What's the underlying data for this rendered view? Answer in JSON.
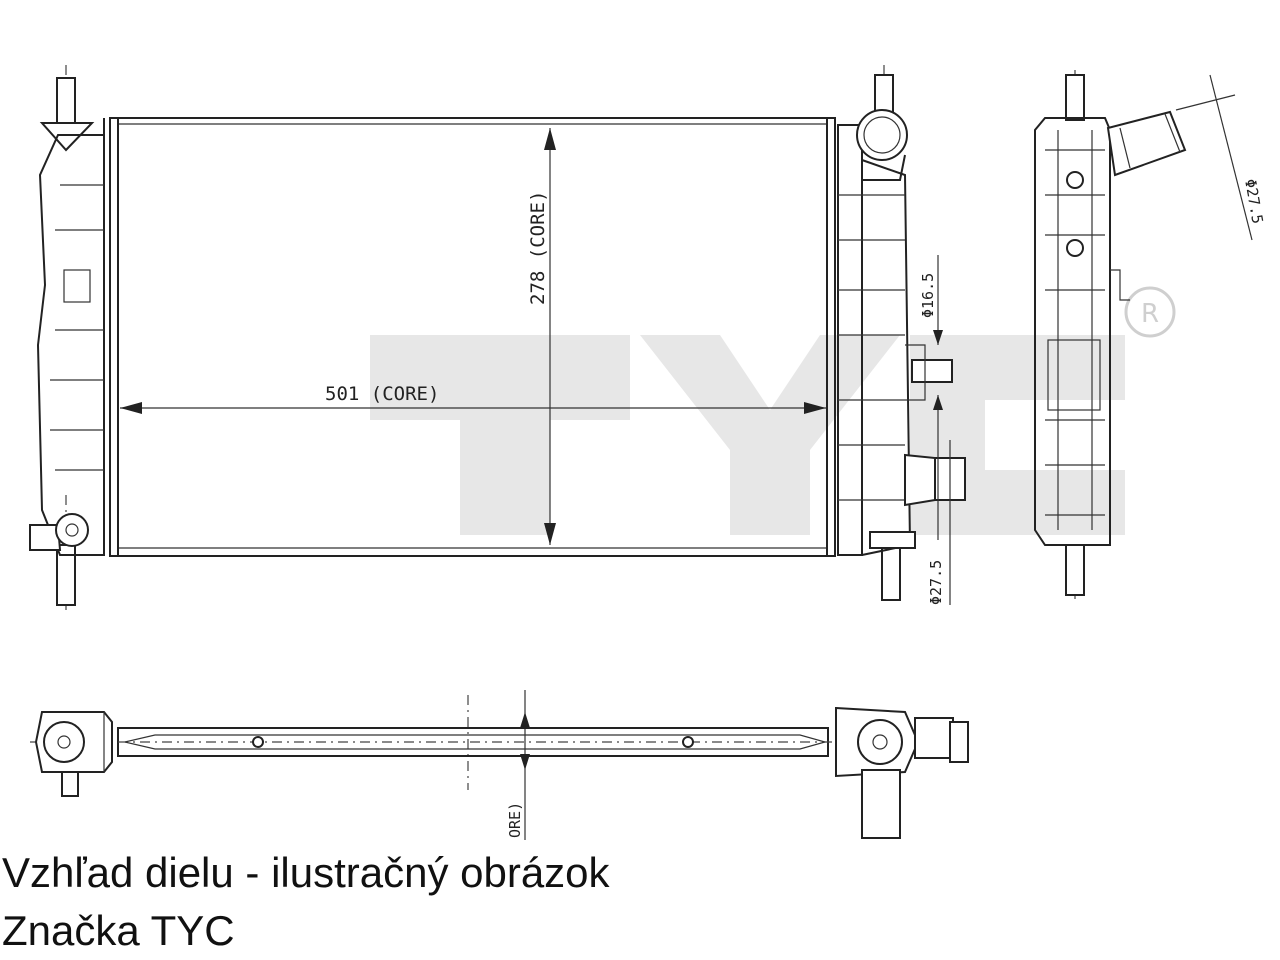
{
  "drawing": {
    "core_height_label": "278 (CORE)",
    "core_width_label": "501  (CORE)",
    "inlet_diameter_label": "Φ16.5",
    "outlet_diameter_label": "Φ27.5",
    "side_diameter_label": "Φ27.5",
    "bottom_partial_label": "ORE)",
    "registered_mark": "R",
    "watermark_text": "TYC"
  },
  "captions": {
    "line1": "Vzhľad dielu - ilustračný obrázok",
    "line2": "Značka TYC"
  }
}
